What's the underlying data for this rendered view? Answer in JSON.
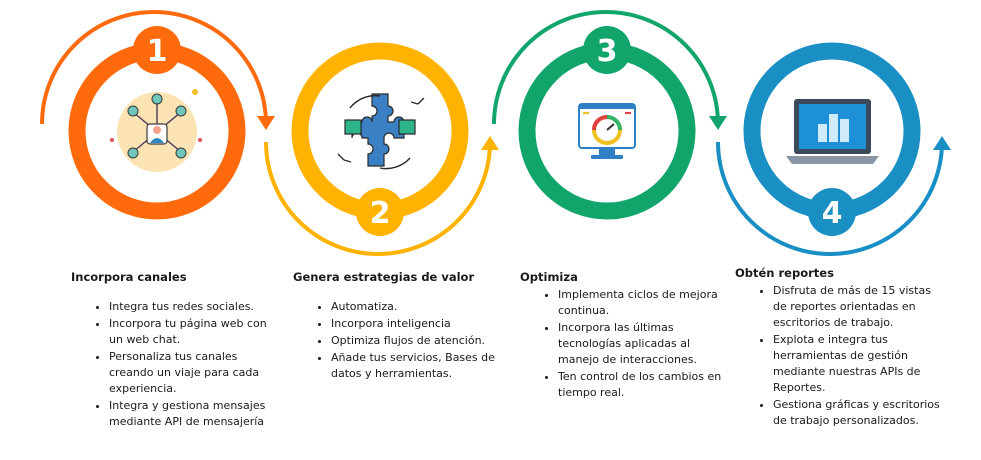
{
  "steps": [
    {
      "number": "1",
      "color": "#ff6a0d",
      "icon": "network-person-icon",
      "title": "Incorpora canales",
      "bullets": [
        "Integra tus redes sociales.",
        "Incorpora tu página web con un web chat.",
        "Personaliza tus canales creando un viaje para cada experiencia.",
        "Integra y gestiona mensajes mediante API de mensajería"
      ]
    },
    {
      "number": "2",
      "color": "#ffb300",
      "icon": "puzzle-connect-icon",
      "title": "Genera estrategias de valor",
      "bullets": [
        "Automatiza.",
        "Incorpora inteligencia",
        "Optimiza flujos de atención.",
        "Añade tus servicios, Bases de datos y herramientas."
      ]
    },
    {
      "number": "3",
      "color": "#12a56b",
      "icon": "dashboard-monitor-icon",
      "title": "Optimiza",
      "bullets": [
        "Implementa ciclos de mejora continua.",
        "Incorpora las últimas tecnologías aplicadas al manejo de interacciones.",
        "Ten control de los cambios en tiempo real."
      ]
    },
    {
      "number": "4",
      "color": "#1a8fc4",
      "icon": "laptop-report-icon",
      "title": "Obtén reportes",
      "bullets": [
        "Disfruta de más de 15 vistas de reportes orientadas en escritorios de trabajo.",
        "Explota e integra tus herramientas de gestión mediante nuestras APIs de Reportes.",
        "Gestiona gráficas y escritorios de trabajo personalizados."
      ]
    }
  ]
}
